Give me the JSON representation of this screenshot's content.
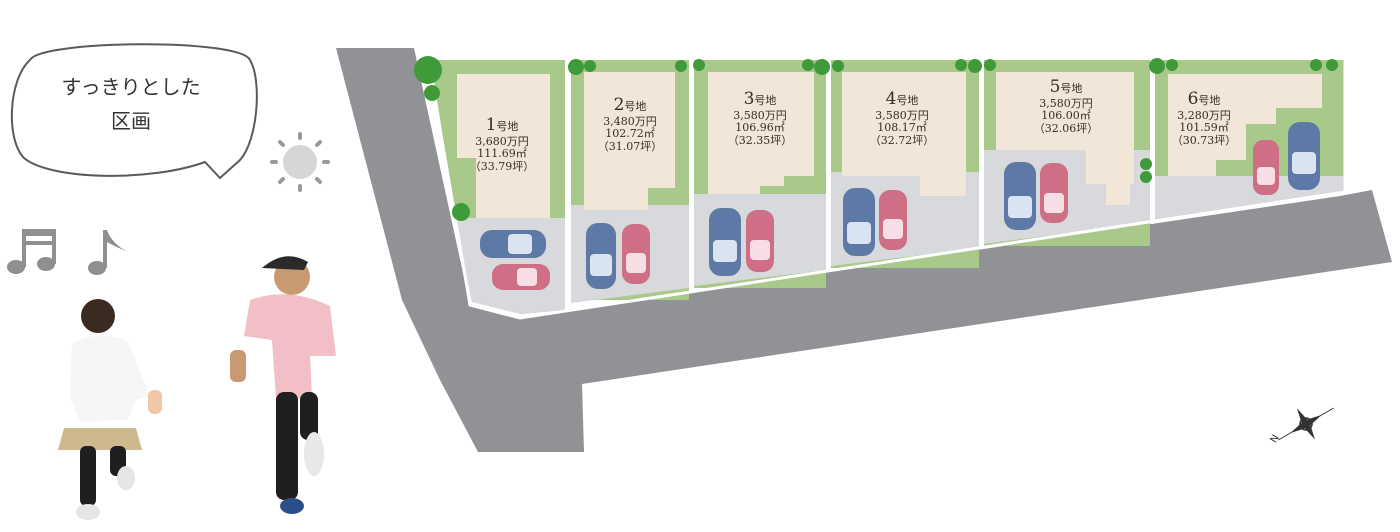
{
  "bubble": {
    "line1": "すっきりとした",
    "line2": "区画"
  },
  "compass_label": "N",
  "lots": [
    {
      "number": "1",
      "suffix": "号地",
      "price": "3,680万円",
      "area_m2": "111.69㎡",
      "area_tsubo": "（33.79坪）"
    },
    {
      "number": "2",
      "suffix": "号地",
      "price": "3,480万円",
      "area_m2": "102.72㎡",
      "area_tsubo": "（31.07坪）"
    },
    {
      "number": "3",
      "suffix": "号地",
      "price": "3,580万円",
      "area_m2": "106.96㎡",
      "area_tsubo": "（32.35坪）"
    },
    {
      "number": "4",
      "suffix": "号地",
      "price": "3,580万円",
      "area_m2": "108.17㎡",
      "area_tsubo": "（32.72坪）"
    },
    {
      "number": "5",
      "suffix": "号地",
      "price": "3,580万円",
      "area_m2": "106.00㎡",
      "area_tsubo": "（32.06坪）"
    },
    {
      "number": "6",
      "suffix": "号地",
      "price": "3,280万円",
      "area_m2": "101.59㎡",
      "area_tsubo": "（30.73坪）"
    }
  ],
  "colors": {
    "road": "#909295",
    "grass": "#a9c98b",
    "house": "#f1e6d8",
    "parking": "#d7d9dc",
    "car_blue": "#5d7aa6",
    "car_red": "#cf6f86",
    "tree": "#3f9a3a",
    "lot_border": "#ffffff"
  },
  "icons": [
    "music-note-icon",
    "sun-icon",
    "compass-icon"
  ]
}
